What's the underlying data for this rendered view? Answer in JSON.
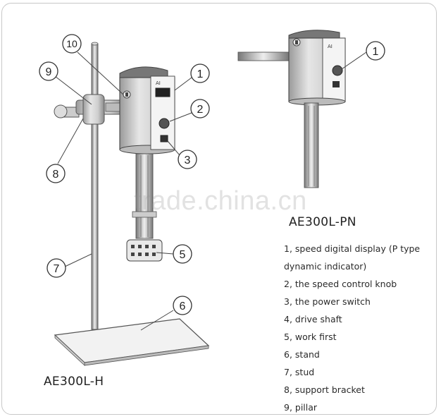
{
  "models": {
    "left": "AE300L-H",
    "right": "AE300L-PN"
  },
  "watermark": "trade.china.cn",
  "callouts": {
    "n1": "1",
    "n2": "2",
    "n3": "3",
    "n5": "5",
    "n6": "6",
    "n7": "7",
    "n8": "8",
    "n9": "9",
    "n10": "10",
    "right_n1": "1"
  },
  "parts": [
    "1, speed digital display (P type",
    "dynamic indicator)",
    "2, the speed control knob",
    "3, the power switch",
    "4, drive shaft",
    "5, work first",
    "6, stand",
    "7, stud",
    "8, support bracket",
    "9, pillar"
  ],
  "device_text": {
    "brand": "AI"
  }
}
